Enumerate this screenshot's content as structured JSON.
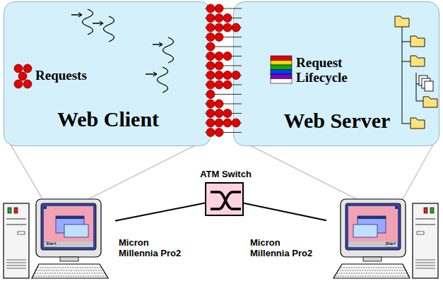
{
  "diagram": {
    "nodes": [
      {
        "text": [
          "Requests",
          "Web Client"
        ]
      },
      {
        "text": [
          "Request Lifecycle",
          "Web Server"
        ]
      },
      {
        "text": [
          "ATM Switch"
        ]
      },
      {
        "text": [
          "Micron Millennia Pro2"
        ]
      },
      {
        "text": [
          "Micron Millennia Pro2"
        ]
      }
    ],
    "edges": [
      {
        "from": 2,
        "to": 3,
        "arrow": "none"
      },
      {
        "from": 2,
        "to": 4,
        "arrow": "none"
      }
    ],
    "labels": [
      "Start",
      "Start"
    ]
  }
}
